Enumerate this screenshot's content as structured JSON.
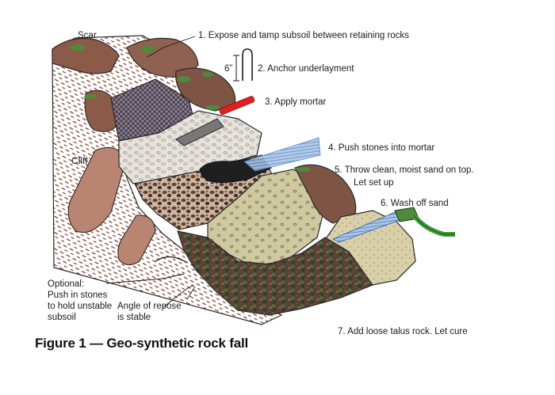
{
  "figure": {
    "caption": "Figure 1 — Geo-synthetic rock fall"
  },
  "labels": {
    "scar": "Scar",
    "cliff": "Cliff",
    "depth": "6”",
    "step1": "1. Expose and tamp subsoil between retaining rocks",
    "step2": "2. Anchor underlayment",
    "step3": "3. Apply mortar",
    "step4": "4. Push stones into mortar",
    "step5_line1": "5. Throw clean, moist sand on top.",
    "step5_line2": "Let set up",
    "step6": "6. Wash off sand",
    "step7": "7. Add loose talus rock. Let cure",
    "optional_1": "Optional:",
    "optional_2": "Push in stones",
    "optional_3": "to hold unstable",
    "optional_4": "subsoil",
    "repose_1": "Angle of repose",
    "repose_2": "is stable"
  },
  "colors": {
    "outline": "#2a2a2a",
    "cliff_hatch": "#7a3020",
    "boulder": "#8b5a48",
    "moss": "#4f8a3a",
    "mesh": "#5b5060",
    "mortar": "#d9d6cf",
    "trowel_blade": "#777777",
    "trowel_handle": "#e02020",
    "water_spray": "#7aa8d8",
    "sand": "#c9c39a",
    "stones": "#5c3a2c",
    "hose": "#3e9a3a"
  }
}
